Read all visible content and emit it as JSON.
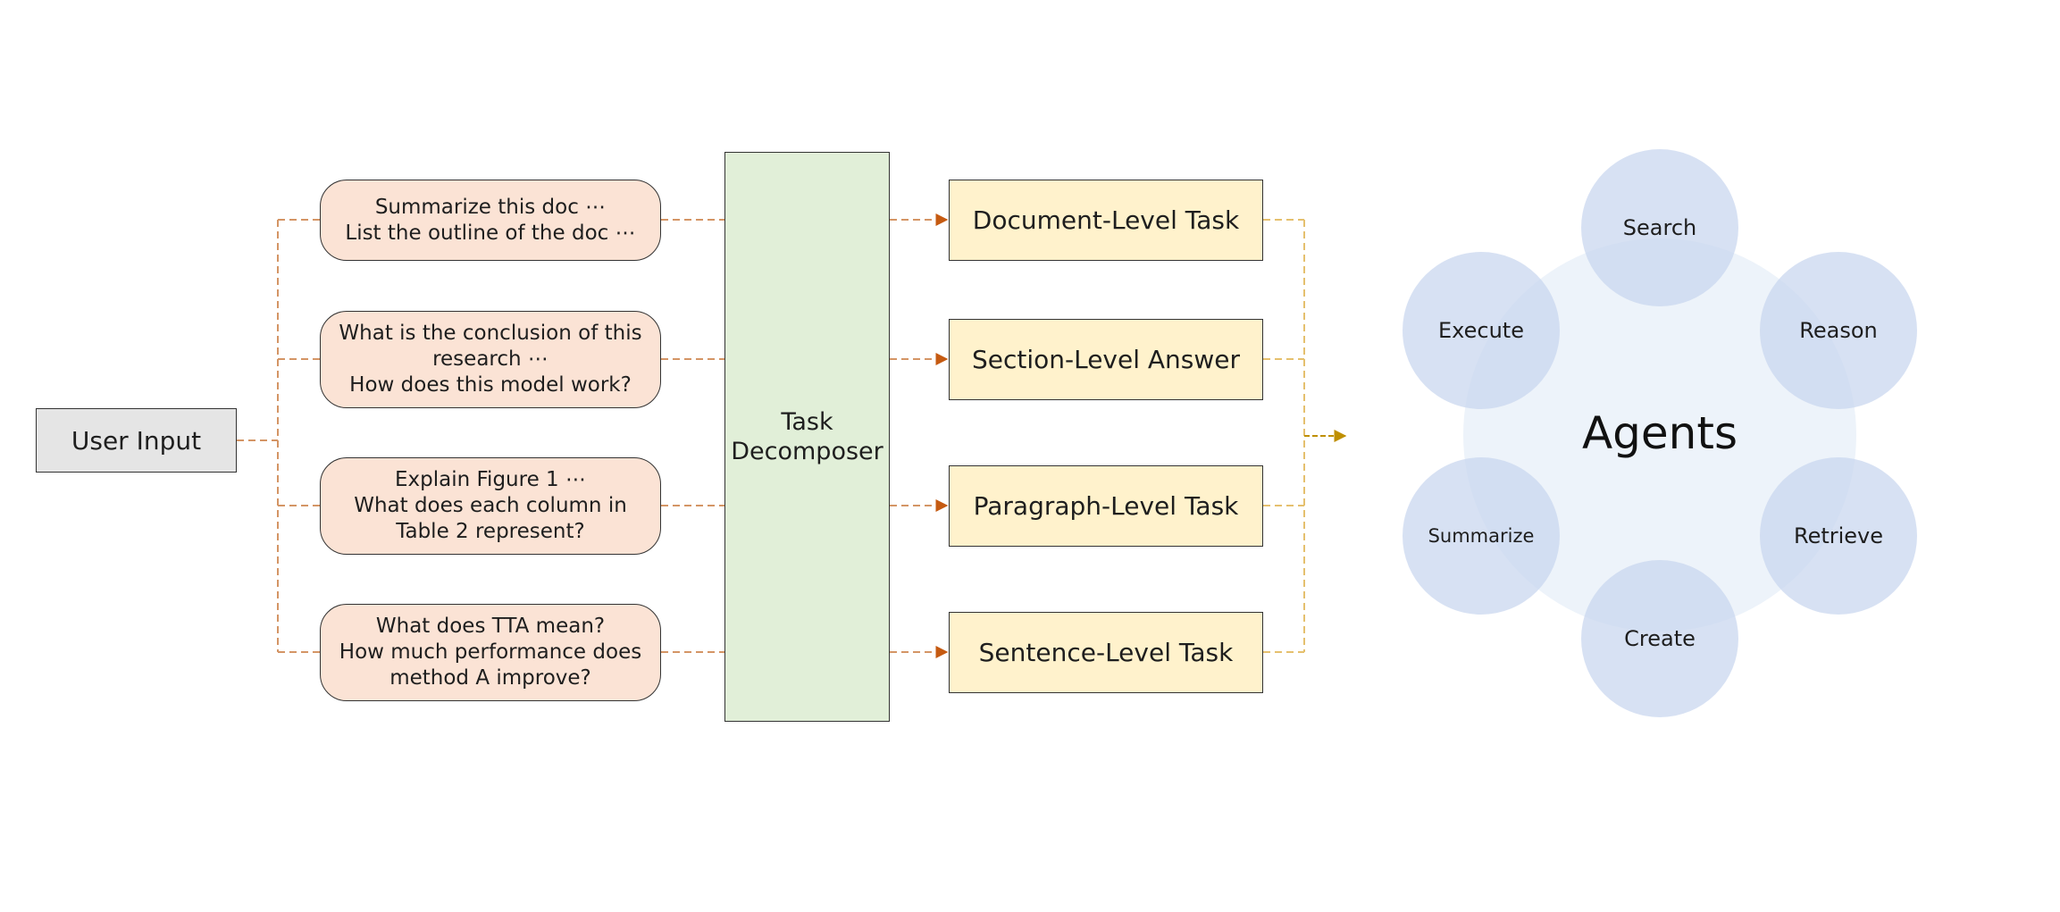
{
  "user_input": "User Input",
  "queries": [
    [
      "Summarize this doc ⋯",
      "List the outline of the doc ⋯"
    ],
    [
      "What is the conclusion of this",
      "research ⋯",
      "How does this model work?"
    ],
    [
      "Explain Figure 1 ⋯",
      "What does each column in",
      "Table 2 represent?"
    ],
    [
      "What does TTA mean?",
      "How much performance does",
      "method A improve?"
    ]
  ],
  "decomposer": [
    "Task",
    "Decomposer"
  ],
  "tasks": [
    "Document-Level Task",
    "Section-Level Answer",
    "Paragraph-Level Task",
    "Sentence-Level Task"
  ],
  "agents": {
    "center": "Agents",
    "items": [
      "Search",
      "Reason",
      "Retrieve",
      "Create",
      "Summarize",
      "Execute"
    ]
  },
  "colors": {
    "user_input": "#e5e5e5",
    "query_box": "#fbe3d5",
    "decomposer": "#e1efd8",
    "task_box": "#fff2cc",
    "agent_circle": "#c8d6ee",
    "agent_background": "#edf3fa",
    "connector_orange": "#d49565",
    "connector_gold": "#e5c06e",
    "arrow_orange": "#c55a11",
    "arrow_gold": "#bf8f00"
  }
}
